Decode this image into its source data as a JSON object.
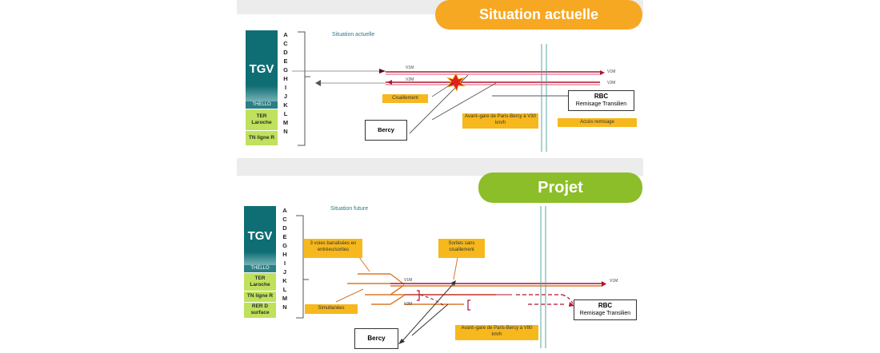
{
  "top": {
    "header": "Situation actuelle",
    "subtitle": "Situation  actuelle",
    "letters": [
      "A",
      "C",
      "D",
      "E",
      "G",
      "H",
      "I",
      "J",
      "K",
      "L",
      "M",
      "N"
    ],
    "blocks": {
      "tgv": "TGV",
      "thello": "THELLO",
      "ter": "TER\nLaroche",
      "tn": "TN ligne R"
    },
    "tracks": {
      "v1m": "V1M",
      "v2m": "V2M"
    },
    "labels": {
      "cisaillement": "Cisaillement",
      "avant_gare": "Avant–gare  de Paris-Bercy à V30 km/h",
      "acces": "Accès remisage"
    },
    "bercy": "Bercy",
    "rbc": {
      "title": "RBC",
      "sub": "Remisage Transilien"
    }
  },
  "bottom": {
    "header": "Projet",
    "subtitle": "Situation future",
    "letters": [
      "A",
      "C",
      "D",
      "E",
      "G",
      "H",
      "I",
      "J",
      "K",
      "L",
      "M",
      "N"
    ],
    "blocks": {
      "tgv": "TGV",
      "thello": "THELLO",
      "ter": "TER\nLaroche",
      "tn": "TN ligne R",
      "rer": "RER D\nsurface"
    },
    "tracks": {
      "v1m": "V1M",
      "v2m": "V2M"
    },
    "labels": {
      "voies": "3 voies banalisées en entrées/sorties",
      "sorties": "Sorties sans cisaillement",
      "simultanees": "Simultanées",
      "avant_gare": "Avant–gare  de Paris-Bercy à V80 km/h"
    },
    "bercy": "Bercy",
    "rbc": {
      "title": "RBC",
      "sub": "Remisage Transilien"
    }
  },
  "colors": {
    "teal": "#0f6e74",
    "lime": "#bfe15b",
    "orange_pill": "#f7a823",
    "green_pill": "#8cbe29",
    "label_yellow": "#f6b81d",
    "track_red": "#b3122d",
    "track_pink": "#e58aa3",
    "track_orange": "#d9782a"
  }
}
